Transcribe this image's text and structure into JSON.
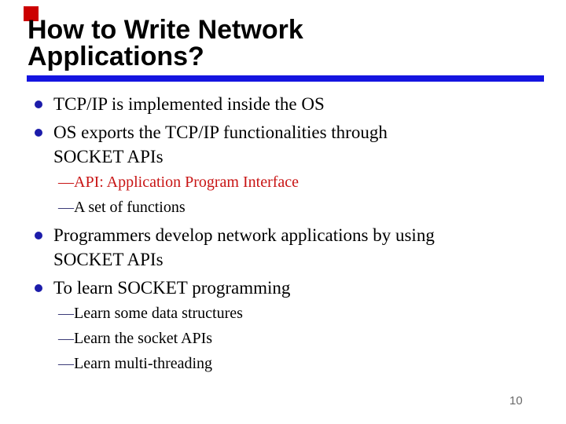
{
  "slide": {
    "title_lines": [
      "How to Write Network",
      "Applications?"
    ],
    "dash_marker": "—",
    "bullets": [
      {
        "level": 1,
        "color": "black",
        "text": "TCP/IP is implemented inside the OS"
      },
      {
        "level": 1,
        "color": "black",
        "text": "OS exports the TCP/IP functionalities through\nSOCKET APIs"
      },
      {
        "level": 2,
        "color": "red",
        "text": "API: Application Program Interface"
      },
      {
        "level": 2,
        "color": "black",
        "text": "A set of functions"
      },
      {
        "level": 1,
        "color": "black",
        "text": "Programmers develop network applications by using\nSOCKET APIs"
      },
      {
        "level": 1,
        "color": "black",
        "text": "To learn SOCKET programming"
      },
      {
        "level": 2,
        "color": "black",
        "text": "Learn some data structures"
      },
      {
        "level": 2,
        "color": "black",
        "text": "Learn the socket APIs"
      },
      {
        "level": 2,
        "color": "black",
        "text": "Learn multi-threading"
      }
    ],
    "page_number": "10",
    "colors": {
      "accent_square_red": "#cc0000",
      "title_rule_blue": "#1414e0",
      "bullet_dot_navy": "#1c1caa",
      "emphasis_text_red": "#c81414",
      "dash_navy": "#3c3c78",
      "page_number_gray": "#6a6a6a",
      "title_black": "#000000",
      "background_white": "#ffffff"
    }
  }
}
